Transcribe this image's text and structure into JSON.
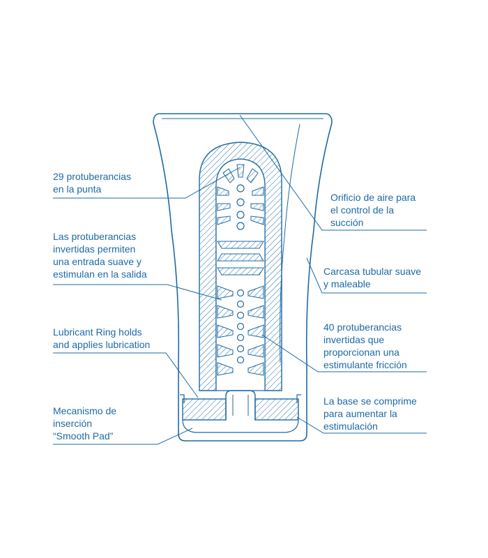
{
  "colors": {
    "line": "#1d6aa6",
    "text": "#1d6aa6",
    "background": "#ffffff"
  },
  "labels": {
    "tip_nubs": [
      "29 protuberancias",
      "en la punta"
    ],
    "inverted_nubs": [
      "Las protuberancias",
      "invertidas permiten",
      "una entrada suave y",
      "estimulan en la salida"
    ],
    "lubricant_ring": [
      "Lubricant Ring holds",
      "and applies lubrication"
    ],
    "smooth_pad": [
      "Mecanismo de",
      "inserción",
      "“Smooth Pad”"
    ],
    "air_hole": [
      "Orificio de aire para",
      "el control de la",
      "succión"
    ],
    "soft_case": [
      "Carcasa tubular suave",
      "y maleable"
    ],
    "inverted_40": [
      "40 protuberancias",
      "invertidas que",
      "proporcionan una",
      "estimulante fricción"
    ],
    "base": [
      "La base se comprime",
      "para aumentar la",
      "estimulación"
    ]
  }
}
